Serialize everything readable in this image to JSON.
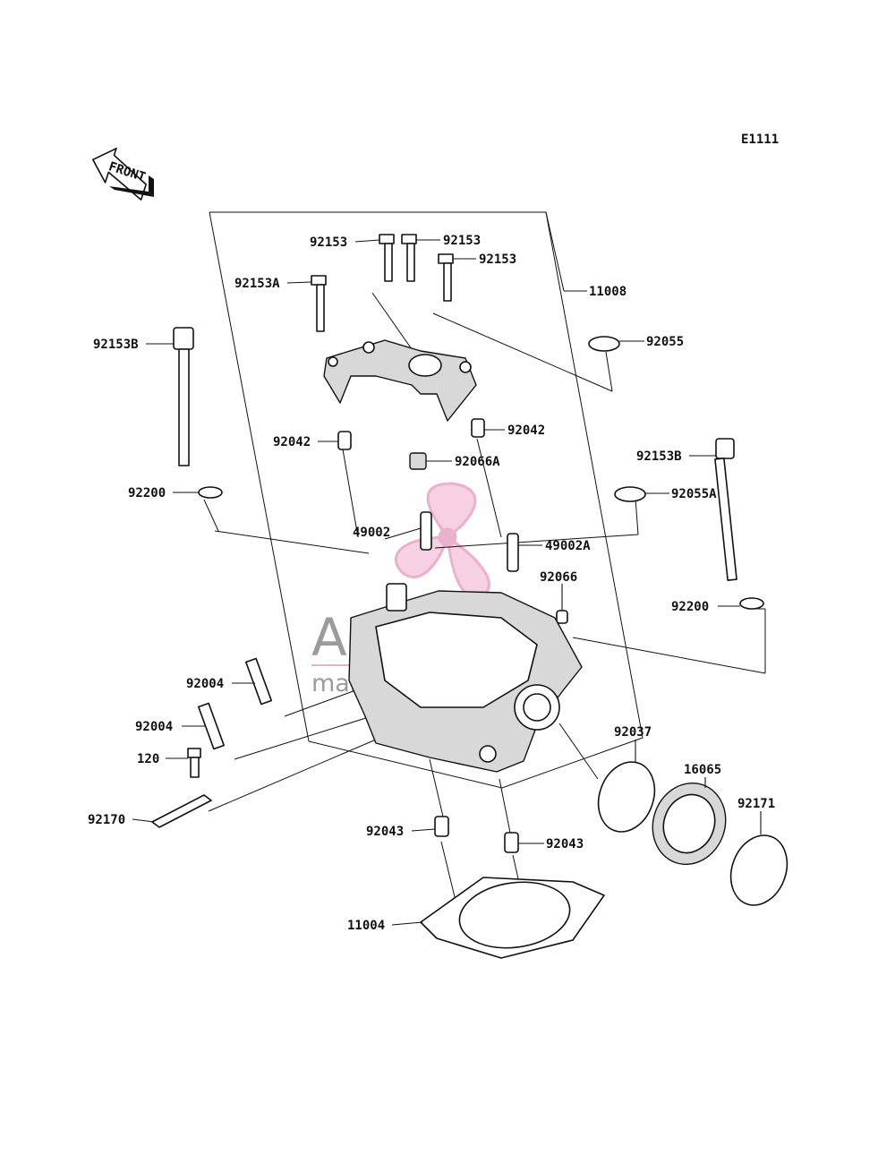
{
  "diagram_code": "E1111",
  "front_label": "FRONT",
  "watermark": {
    "brand": "ARMADA",
    "tagline": "marine outboards",
    "brand_color": "#6d6d6d",
    "accent_color": "#e8a3c3"
  },
  "labels": {
    "p92153_a": "92153",
    "p92153_b": "92153",
    "p92153_c": "92153",
    "p92153A": "92153A",
    "p11008": "11008",
    "p92153B_left": "92153B",
    "p92055": "92055",
    "p92042_left": "92042",
    "p92042_right": "92042",
    "p92066A": "92066A",
    "p92153B_right": "92153B",
    "p92200_left": "92200",
    "p92055A": "92055A",
    "p49002": "49002",
    "p49002A": "49002A",
    "p92066": "92066",
    "p92200_right": "92200",
    "p92004_upper": "92004",
    "p92004_lower": "92004",
    "p92037": "92037",
    "p120": "120",
    "p16065": "16065",
    "p92171": "92171",
    "p92170": "92170",
    "p92043_left": "92043",
    "p92043_right": "92043",
    "p11004": "11004"
  }
}
